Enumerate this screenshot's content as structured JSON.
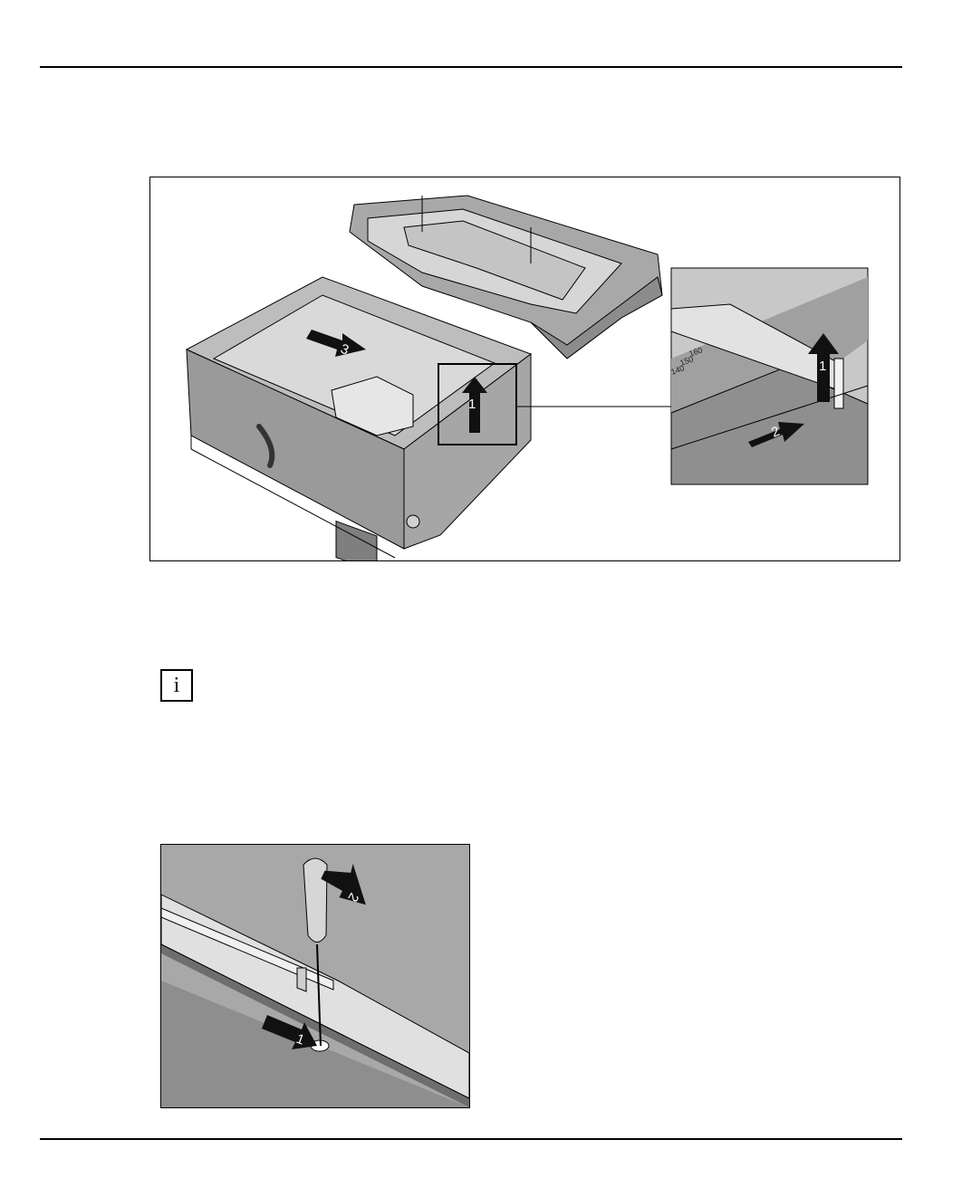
{
  "info_symbol": "i",
  "figure1": {
    "callouts": {
      "lift": "1",
      "slide": "3"
    },
    "detail_callouts": {
      "lift": "1",
      "push": "2"
    },
    "scale_marks": [
      "160",
      "150",
      "140"
    ]
  },
  "figure2": {
    "callouts": {
      "insert": "1",
      "lever": "2"
    }
  },
  "colors": {
    "gray_dark": "#8c8c8c",
    "gray_mid": "#a8a8a8",
    "gray_light": "#d6d6d6",
    "arrow": "#111111"
  }
}
